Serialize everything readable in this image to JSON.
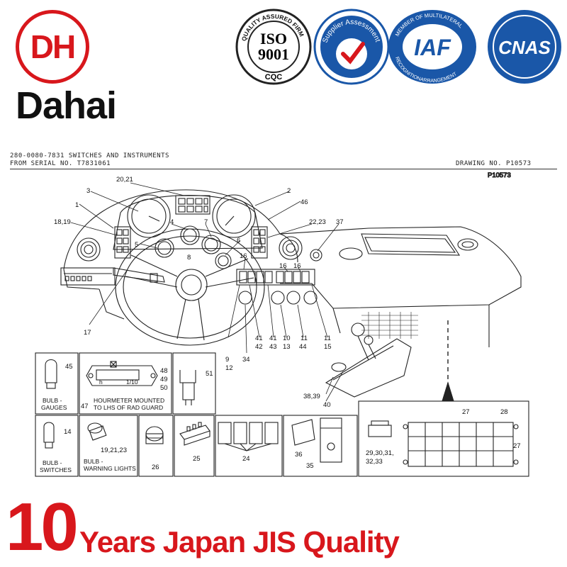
{
  "brand": {
    "logo_text": "DH",
    "name": "Dahai",
    "accent_color": "#d8171c"
  },
  "certifications": [
    {
      "name": "iso-9001",
      "main": "ISO",
      "sub": "9001",
      "arc": "QUALITY ASSURED FIRM",
      "bottom": "CQC"
    },
    {
      "name": "supplier-assessment",
      "arc": "Supplier Assessment"
    },
    {
      "name": "iaf",
      "main": "IAF",
      "arc_top": "MEMBER OF MULTILATERAL",
      "arc_bottom": "RECOGNITIONARRANGEMENT"
    },
    {
      "name": "cnas",
      "main": "CNAS"
    }
  ],
  "drawing": {
    "title": "280-0080-7831 SWITCHES AND INSTRUMENTS",
    "serial": "FROM SERIAL NO. T7831061",
    "drawing_no": "DRAWING NO. P10573",
    "ref": "P10573"
  },
  "callouts": [
    "20,21",
    "3",
    "2",
    "46",
    "1",
    "18,19",
    "4",
    "7",
    "22,23",
    "37",
    "5",
    "8",
    "6",
    "16",
    "16",
    "16",
    "17",
    "41",
    "42",
    "41",
    "43",
    "10",
    "13",
    "11",
    "44",
    "11",
    "15",
    "9",
    "12",
    "34",
    "38,39",
    "40"
  ],
  "insets": {
    "bulb_gauges": {
      "num": "45",
      "label1": "BULB -",
      "label2": "GAUGES"
    },
    "hourmeter": {
      "num_a": "48",
      "num_b": "49",
      "num_c": "50",
      "left": "47",
      "h": "h",
      "frac": "1/10",
      "label1": "HOURMETER MOUNTED",
      "label2": "TO LHS OF RAD GUARD"
    },
    "relay": {
      "num": "51"
    },
    "bulb_switches": {
      "num": "14",
      "label1": "BULB -",
      "label2": "SWITCHES"
    },
    "bulb_warning": {
      "num": "19,21,23",
      "label1": "BULB -",
      "label2": "WARNING LIGHTS"
    },
    "holder": {
      "num": "26"
    },
    "fuse_block": {
      "num": "25"
    },
    "switch_set": {
      "num": "24"
    },
    "rail": {
      "num_a": "36",
      "num_b": "35"
    },
    "fuse": {
      "num": "29,30,31,",
      "num2": "32,33"
    },
    "fuse_panel": {
      "num_a": "27",
      "num_b": "28",
      "num_c": "27"
    }
  },
  "footer": {
    "big": "10",
    "text": "Years Japan JIS Quality"
  }
}
